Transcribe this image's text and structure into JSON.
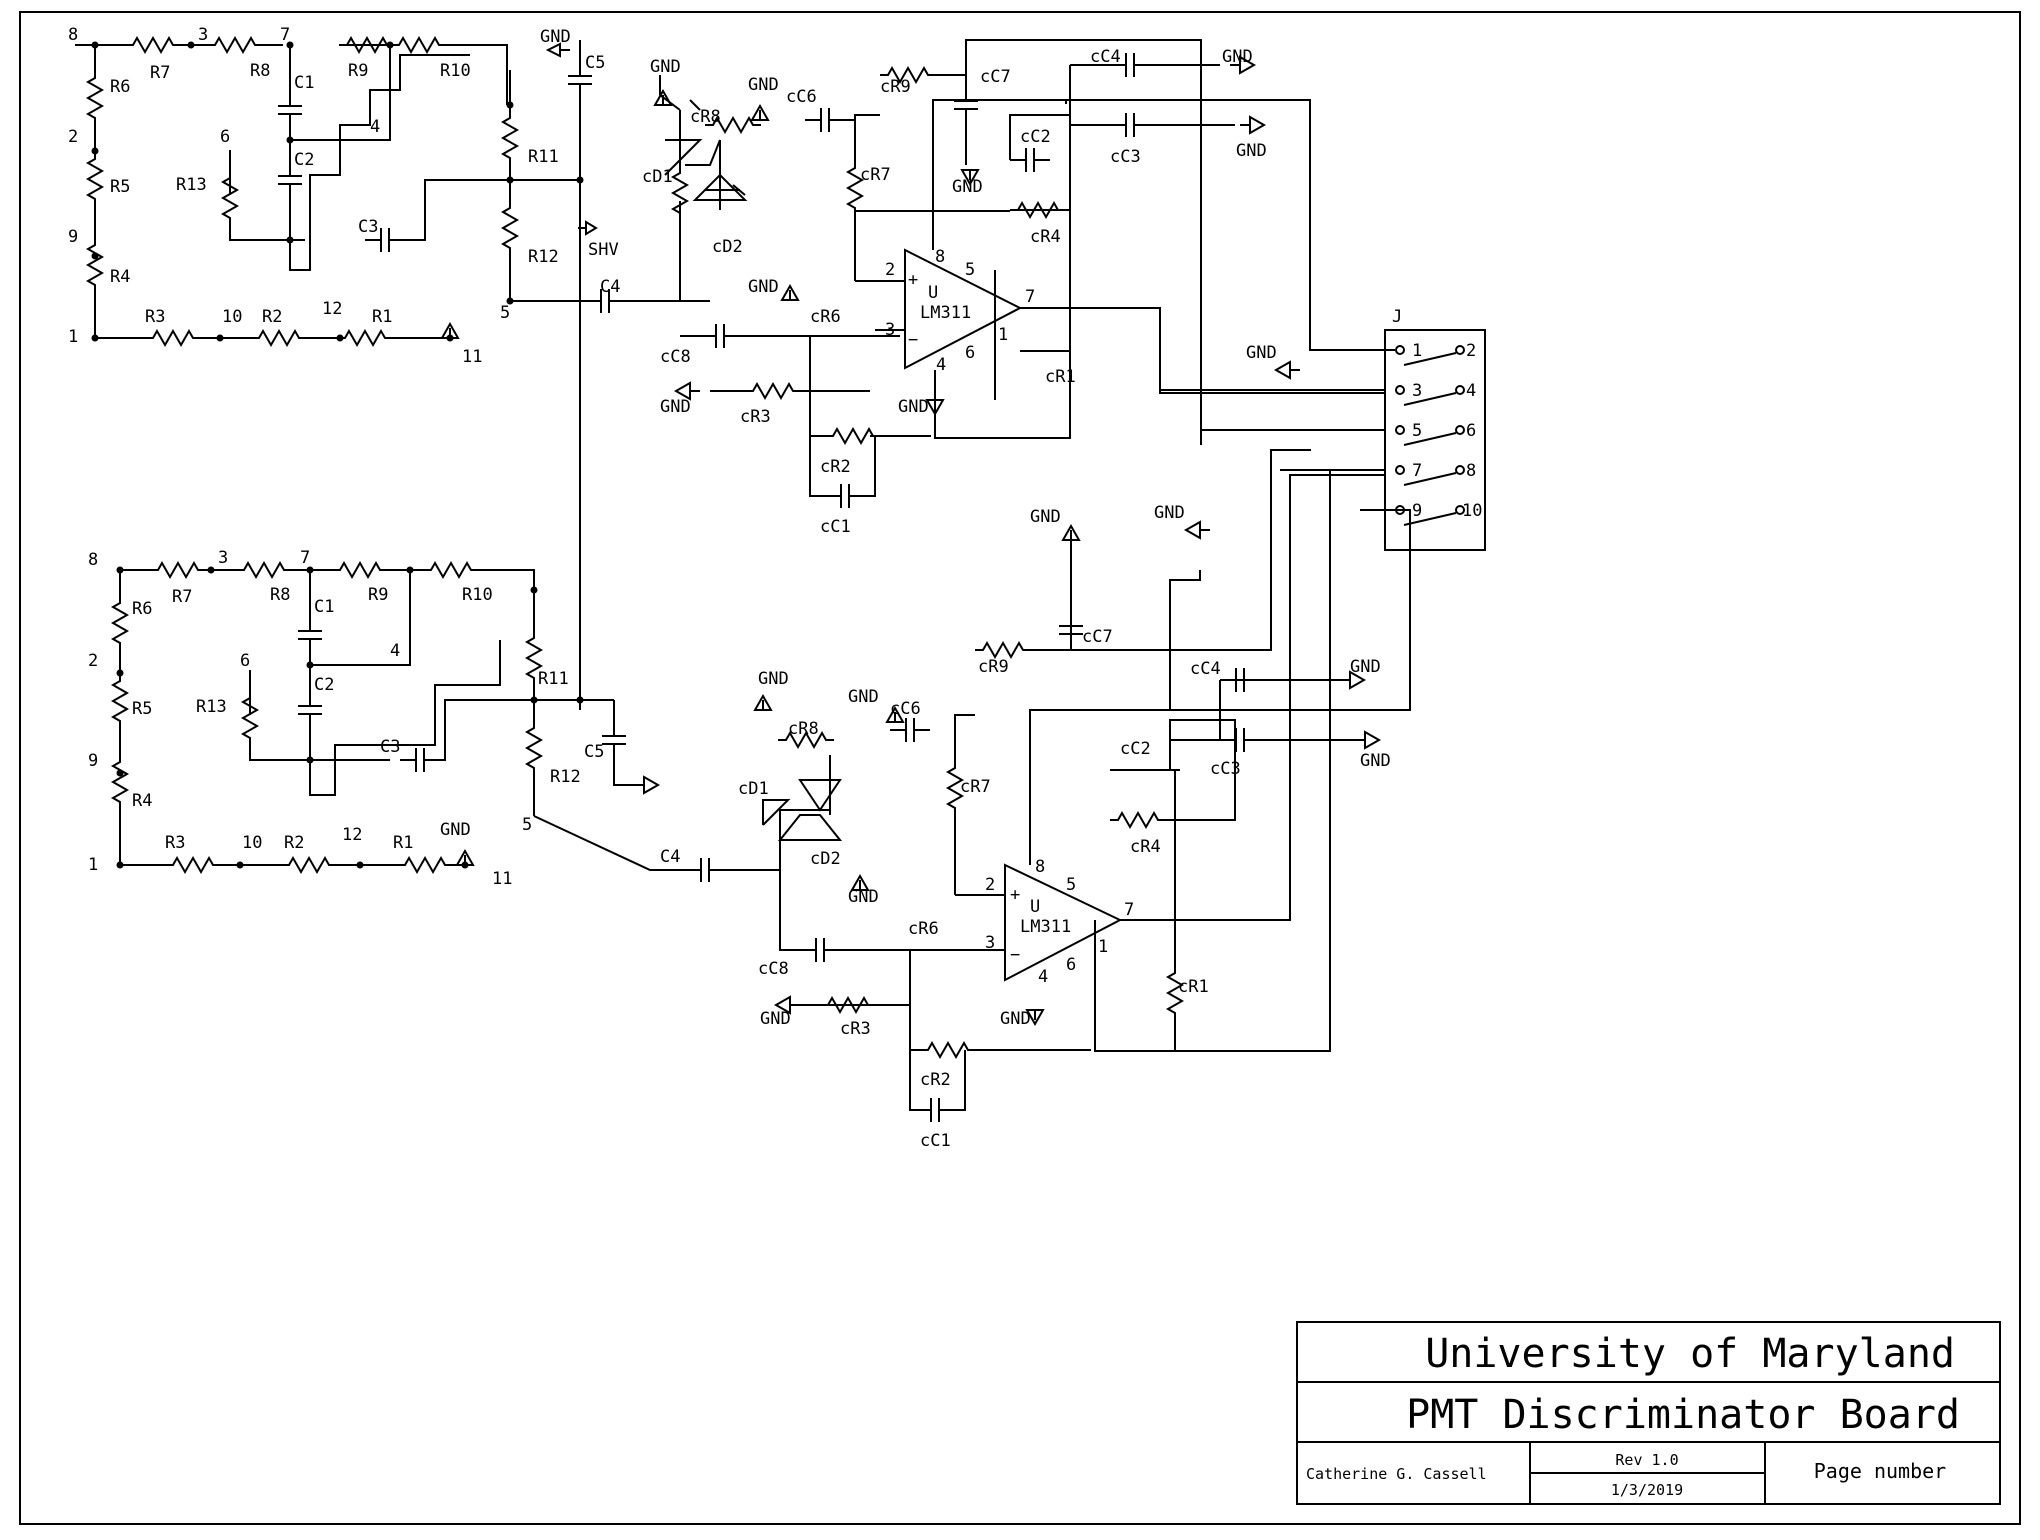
{
  "title_block": {
    "organization": "University of Maryland",
    "board_name": "PMT Discriminator Board",
    "author": "Catherine G. Cassell",
    "revision": "Rev 1.0",
    "date": "1/3/2019",
    "page": "Page number"
  },
  "divider": {
    "nodes": [
      "8",
      "3",
      "7",
      "4",
      "2",
      "6",
      "9",
      "5",
      "1",
      "10",
      "12",
      "11"
    ],
    "resistors": [
      "R1",
      "R2",
      "R3",
      "R4",
      "R5",
      "R6",
      "R7",
      "R8",
      "R9",
      "R10",
      "R11",
      "R12",
      "R13"
    ],
    "capacitors": [
      "C1",
      "C2",
      "C3",
      "C4",
      "C5"
    ],
    "shv": "SHV"
  },
  "comparator": {
    "ref": "U",
    "part": "LM311",
    "pins": [
      "2",
      "3",
      "4",
      "5",
      "6",
      "7",
      "8",
      "1"
    ],
    "resistors": [
      "cR1",
      "cR2",
      "cR3",
      "cR4",
      "cR6",
      "cR7",
      "cR8",
      "cR9"
    ],
    "capacitors": [
      "cC1",
      "cC2",
      "cC3",
      "cC4",
      "cC6",
      "cC7",
      "cC8"
    ],
    "diodes": [
      "cD1",
      "cD2"
    ],
    "plus": "+",
    "minus": "−"
  },
  "ground": "GND",
  "connector": {
    "ref": "J",
    "pins": [
      "1",
      "2",
      "3",
      "4",
      "5",
      "6",
      "7",
      "8",
      "9",
      "10"
    ]
  }
}
